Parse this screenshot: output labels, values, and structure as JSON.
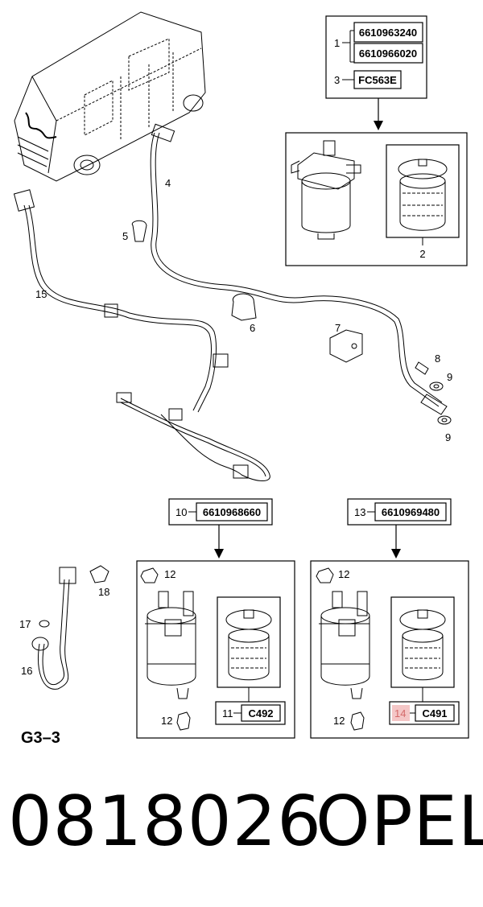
{
  "diagram": {
    "figure_id": "G3–3",
    "callouts": {
      "c1": "1",
      "c2": "2",
      "c3": "3",
      "c4": "4",
      "c5": "5",
      "c6": "6",
      "c7": "7",
      "c8": "8",
      "c9a": "9",
      "c9b": "9",
      "c10": "10",
      "c11": "11",
      "c12a": "12",
      "c12b": "12",
      "c12c": "12",
      "c12d": "12",
      "c13": "13",
      "c14": "14",
      "c15": "15",
      "c16": "16",
      "c17": "17",
      "c18": "18"
    },
    "part_numbers": {
      "p1a": "6610963240",
      "p1b": "6610966020",
      "p3": "FC563E",
      "p10": "6610968660",
      "p11": "C492",
      "p13": "6610969480",
      "p14": "C491"
    }
  },
  "footer": {
    "code": "0818026",
    "brand": "OPEL"
  },
  "colors": {
    "ink": "#000000",
    "highlight": "#f4c6c6",
    "highlight_text": "#d46a6a"
  }
}
